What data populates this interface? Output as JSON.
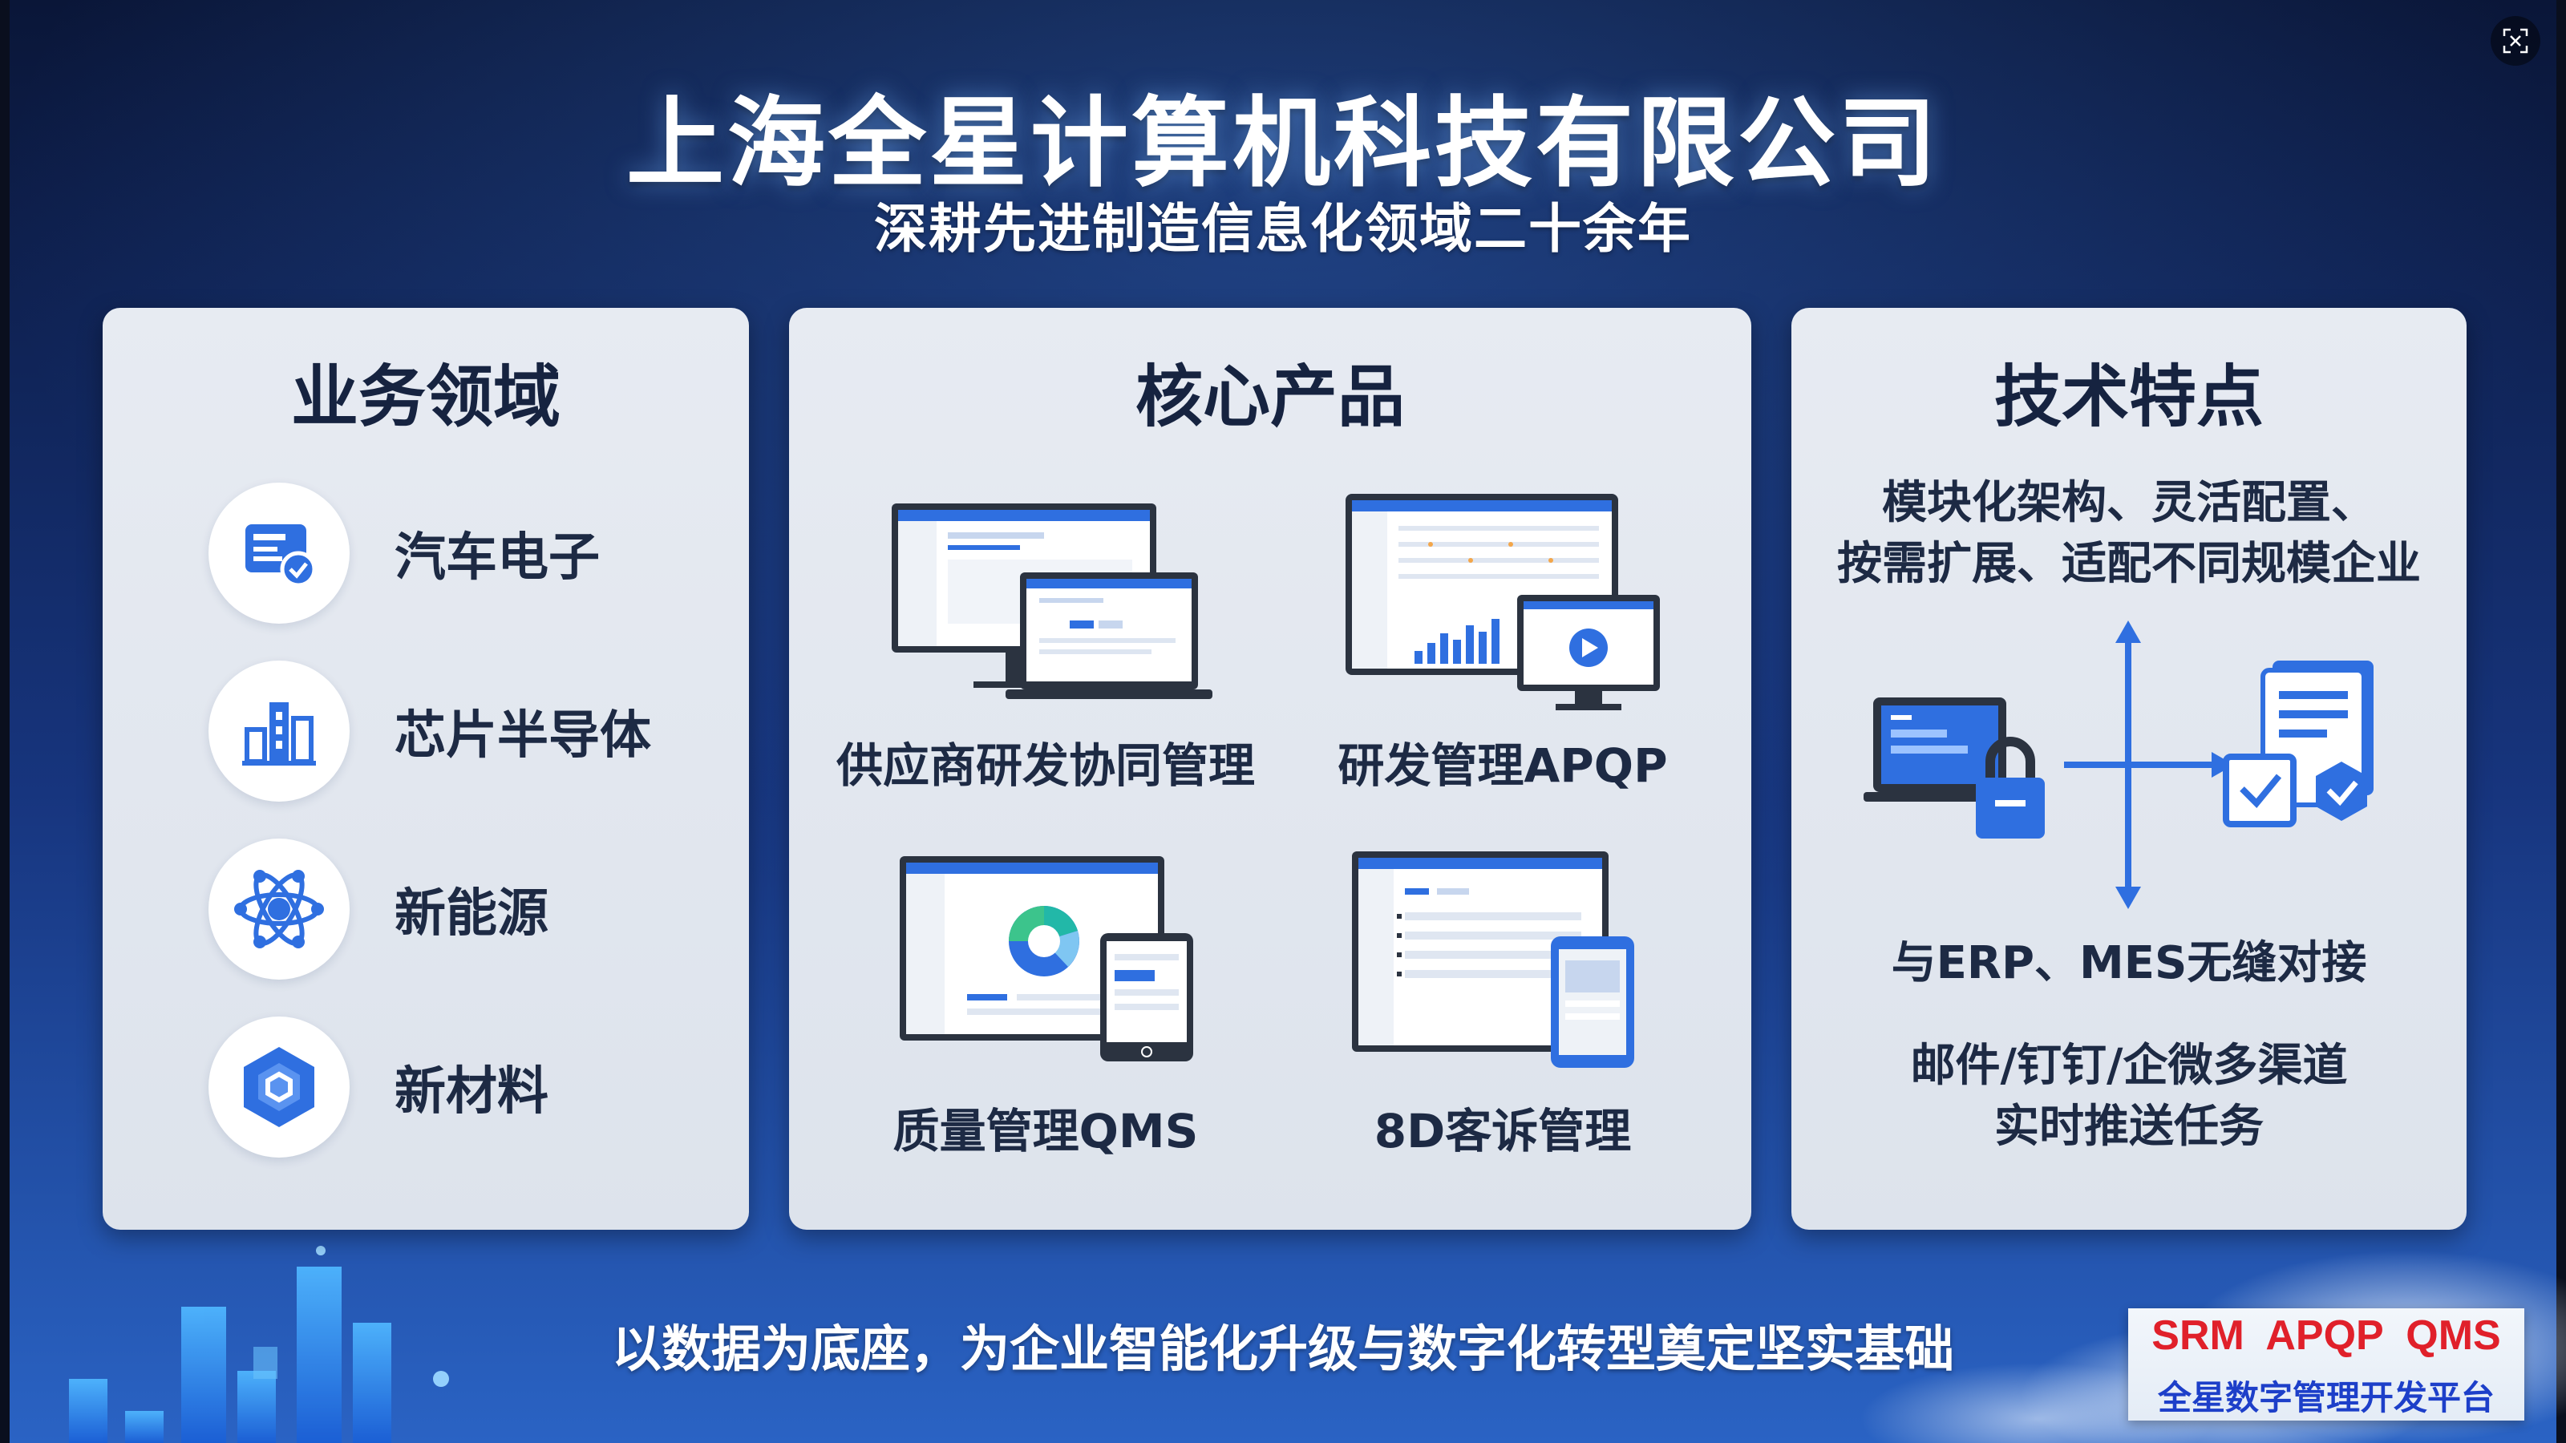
{
  "header": {
    "title": "上海全星计算机科技有限公司",
    "subtitle": "深耕先进制造信息化领域二十余年"
  },
  "business": {
    "title": "业务领域",
    "items": [
      {
        "label": "汽车电子",
        "icon": "chip-card-icon"
      },
      {
        "label": "芯片半导体",
        "icon": "building-chart-icon"
      },
      {
        "label": "新能源",
        "icon": "atom-network-icon"
      },
      {
        "label": "新材料",
        "icon": "hexagon-material-icon"
      }
    ]
  },
  "products": {
    "title": "核心产品",
    "items": [
      {
        "label": "供应商研发协同管理",
        "icon": "monitor-laptop-icon"
      },
      {
        "label": "研发管理APQP",
        "icon": "dashboard-video-icon"
      },
      {
        "label": "质量管理QMS",
        "icon": "pie-chart-tablet-icon"
      },
      {
        "label": "8D客诉管理",
        "icon": "monitor-phone-icon"
      }
    ]
  },
  "tech": {
    "title": "技术特点",
    "line1": "模块化架构、灵活配置、",
    "line2": "按需扩展、适配不同规模企业",
    "erp": "与ERP、MES无缝对接",
    "push1": "邮件/钉钉/企微多渠道",
    "push2": "实时推送任务"
  },
  "footer": {
    "text": "以数据为底座，为企业智能化升级与数字化转型奠定坚实基础"
  },
  "badge": {
    "top": "SRM APQP QMS",
    "bottom": "全星数字管理开发平台"
  },
  "colors": {
    "accent": "#2f6fe0",
    "panel": "#e3e8f0",
    "background": "#0d1e4c",
    "badge_red": "#e0202a",
    "badge_blue": "#1d3fc9"
  }
}
